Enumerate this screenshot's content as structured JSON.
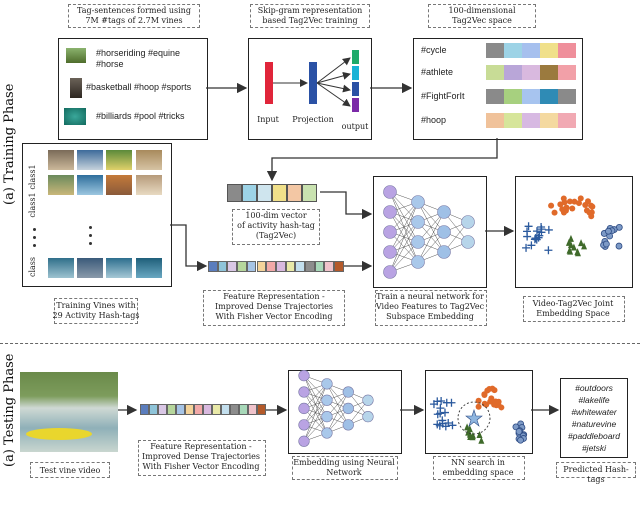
{
  "phases": {
    "training": "(a) Training Phase",
    "testing": "(a) Testing Phase"
  },
  "captions": {
    "tag_sentences": [
      "Tag-sentences formed using",
      "7M #tags of 2.7M vines"
    ],
    "skipgram": [
      "Skip-gram representation",
      "based Tag2Vec training"
    ],
    "space": [
      "100-dimensional",
      "Tag2Vec space"
    ],
    "vector": [
      "100-dim vector",
      "of activity hash-tag",
      "(Tag2Vec)"
    ],
    "training_vines": [
      "Training Vines with",
      "29 Activity Hash-tags"
    ],
    "feature_train": [
      "Feature Representation -",
      "Improved Dense Trajectories",
      "With Fisher Vector Encoding"
    ],
    "nn_train": [
      "Train a neural network for",
      "Video Features to Tag2Vec",
      "Subspace Embedding"
    ],
    "joint": [
      "Video-Tag2Vec Joint",
      "Embedding Space"
    ],
    "test_video": "Test vine video",
    "feature_test": [
      "Feature Representation -",
      "Improved Dense Trajectories",
      "With Fisher Vector Encoding"
    ],
    "nn_test": [
      "Embedding using Neural",
      "Network"
    ],
    "nn_search": [
      "NN search in",
      "embedding space"
    ],
    "predicted": "Predicted Hash-tags"
  },
  "hashtag_examples": [
    [
      "#horseriding #equine",
      "#horse"
    ],
    [
      "#basketball #hoop #sports"
    ],
    [
      "#billiards #pool #tricks"
    ]
  ],
  "network": {
    "input": "Input",
    "projection": "Projection",
    "output": "output"
  },
  "tag_vectors": [
    {
      "tag": "#cycle",
      "colors": [
        "#8a8a8a",
        "#9dd3e6",
        "#a6c0ee",
        "#f0e08a",
        "#ef8f9b"
      ]
    },
    {
      "tag": "#athlete",
      "colors": [
        "#c8dc96",
        "#b9a6d8",
        "#d9b9df",
        "#9b7a3e",
        "#f2a0a8"
      ]
    },
    {
      "tag": "#FightForIt",
      "colors": [
        "#8a8a8a",
        "#a7d07f",
        "#a7c4ef",
        "#2f8bb5",
        "#8a8a8a"
      ]
    },
    {
      "tag": "#hoop",
      "colors": [
        "#f0c29a",
        "#d6e59a",
        "#d7b9e2",
        "#f4d9a0",
        "#f1a9b3"
      ]
    }
  ],
  "vector_colors": [
    "#8a8a8a",
    "#9dd3e6",
    "#cfe5ee",
    "#f0e08a",
    "#f3c7a4",
    "#c9e2b0"
  ],
  "feature_colors": [
    "#5b7dbd",
    "#8fc4d9",
    "#d9c7e5",
    "#b6d69c",
    "#a6c4e6",
    "#f4d39a",
    "#f2a9a8",
    "#d9b9df",
    "#e9e9a8",
    "#c3dfee",
    "#8d8d8d",
    "#a8d8b9",
    "#f0c3cb",
    "#b45a2a"
  ],
  "row_labels": [
    "class1",
    "class1",
    "class"
  ],
  "predicted_tags": [
    "#outdoors",
    "#lakelife",
    "#whitewater",
    "#naturevine",
    "#paddleboard",
    "#jetski"
  ]
}
